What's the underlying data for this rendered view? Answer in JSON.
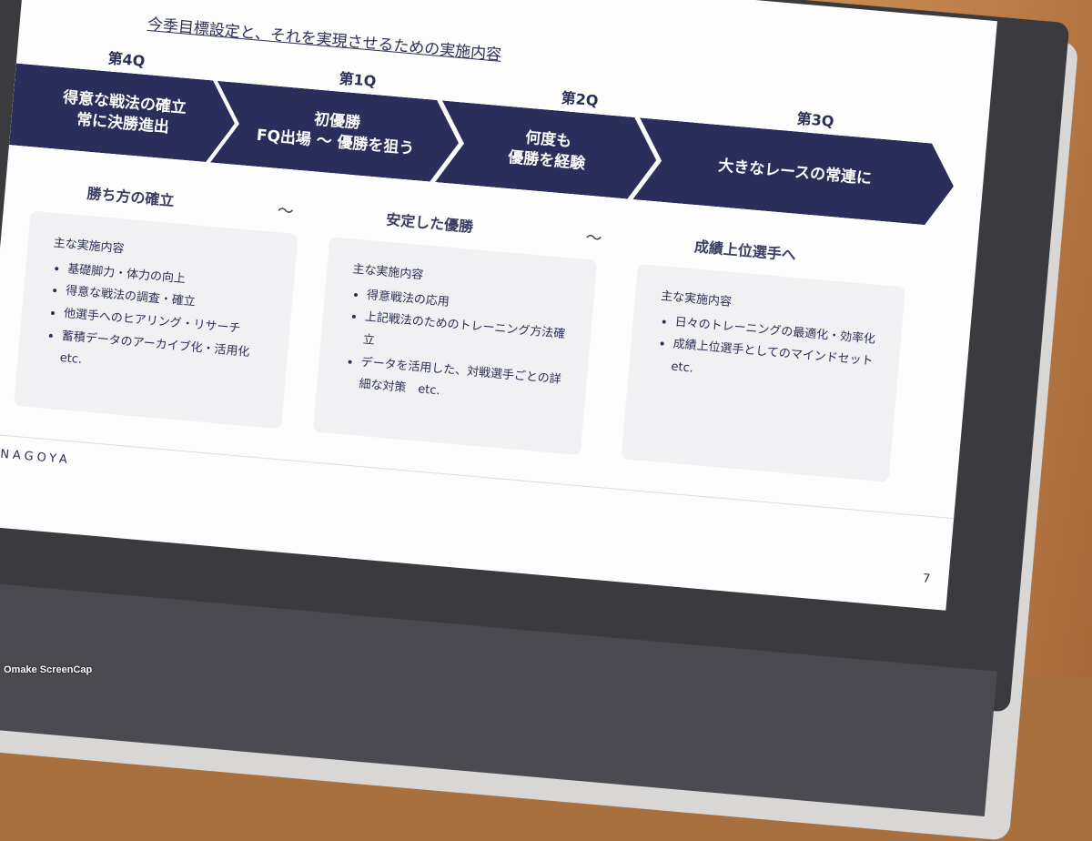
{
  "slide": {
    "subtitle": "今季目標設定と、それを実現させるための実施内容",
    "quarters": [
      {
        "label": "第4Q",
        "text": "得意な戦法の確立\n常に決勝進出"
      },
      {
        "label": "第1Q",
        "text": "初優勝\nFQ出場 〜 優勝を狙う"
      },
      {
        "label": "第2Q",
        "text": "何度も\n優勝を経験"
      },
      {
        "label": "第3Q",
        "text": "大きなレースの常連に"
      }
    ],
    "phases": [
      "勝ち方の確立",
      "安定した優勝",
      "成績上位選手へ"
    ],
    "tilde": "〜",
    "boxes": [
      {
        "heading": "主な実施内容",
        "items": [
          "基礎脚力・体力の向上",
          "得意な戦法の調査・確立",
          "他選手へのヒアリング・リサーチ",
          "蓄積データのアーカイブ化・活用化　etc."
        ]
      },
      {
        "heading": "主な実施内容",
        "items": [
          "得意戦法の応用",
          "上記戦法のためのトレーニング方法確立",
          "データを活用した、対戦選手ごとの詳細な対策　etc."
        ]
      },
      {
        "heading": "主な実施内容",
        "items": [
          "日々のトレーニングの最適化・効率化",
          "成績上位選手としてのマインドセット　etc."
        ]
      }
    ],
    "brand": "NAGOYA",
    "page_number": "7"
  },
  "caption": "Omake ScreenCap",
  "colors": {
    "accent": "#2b2d5a",
    "box_bg": "#f1f1f3"
  }
}
